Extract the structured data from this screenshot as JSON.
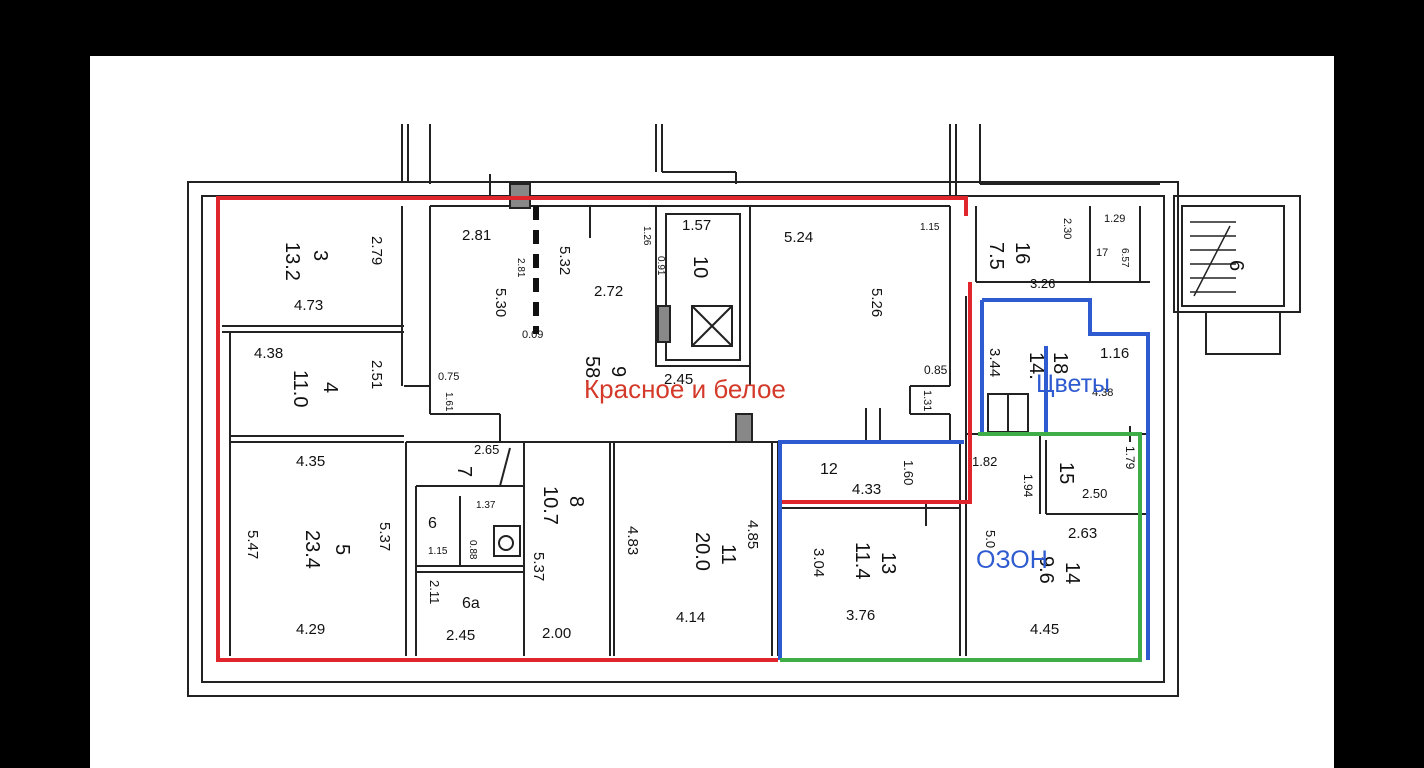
{
  "annotations": {
    "red_label": "Красное и белое",
    "blue_label": "Цветы",
    "green_label": "ОЗОН",
    "red_color": "#e0262c",
    "blue_color": "#2f5bd0",
    "green_color": "#3fae49"
  },
  "rooms": {
    "r3": {
      "number": "3",
      "area": "13.2",
      "dim_w": "4.73",
      "dim_h": "2.79"
    },
    "r4": {
      "number": "4",
      "area": "11.0",
      "dim_w": "4.38",
      "dim_h": "2.51"
    },
    "r5": {
      "number": "5",
      "area": "23.4",
      "dim_top": "4.35",
      "dim_bottom": "4.29",
      "dim_left": "5.47",
      "dim_right": "5.37"
    },
    "r6": {
      "number": "6",
      "dim": "1.37",
      "dim2": "0.88",
      "dim3": "1.15"
    },
    "r6a": {
      "number": "6а",
      "dim_w": "2.45",
      "dim_h": "2.11"
    },
    "r7": {
      "number": "7",
      "dim": "2.65"
    },
    "r8": {
      "number": "8",
      "area": "10.7",
      "dim_h": "5.37",
      "dim_w": "2.00"
    },
    "r9": {
      "number": "9",
      "area": "58.",
      "dims": [
        "2.81",
        "5.32",
        "5.30",
        "2.72",
        "2.81",
        "0.09",
        "1.26",
        "0.91",
        "0.75",
        "1.61",
        "2.45"
      ]
    },
    "r10": {
      "number": "10",
      "dim": "1.57"
    },
    "r_main": {
      "dims": [
        "5.24",
        "5.26",
        "0.85",
        "1.31",
        "1.15"
      ]
    },
    "r11": {
      "number": "11",
      "area": "20.0",
      "dim_left": "4.83",
      "dim_right": "4.85",
      "dim_bottom": "4.14"
    },
    "r12": {
      "number": "12",
      "dim_w": "4.33",
      "dim_h": "1.60"
    },
    "r13": {
      "number": "13",
      "area": "11.4",
      "dim_h": "3.04",
      "dim_w": "3.76"
    },
    "r14": {
      "number": "14",
      "area": "9.6",
      "dim_top": "2.63",
      "dim_bottom": "4.45",
      "dim_left": "5.0"
    },
    "r15": {
      "number": "15",
      "dim_w": "2.50",
      "dim_h": "1.79",
      "dim_left": "1.82",
      "dim_2": "1.94"
    },
    "r16": {
      "number": "16",
      "area": "7.5",
      "dim": "3.26",
      "dim_2": "2.30"
    },
    "r17": {
      "number": "17",
      "dims": [
        "1.29",
        "6.57"
      ]
    },
    "r18": {
      "number": "18",
      "area": "14.",
      "dims": [
        "3.44",
        "1.16",
        "4.38"
      ]
    },
    "stair": {
      "number": "6"
    }
  }
}
